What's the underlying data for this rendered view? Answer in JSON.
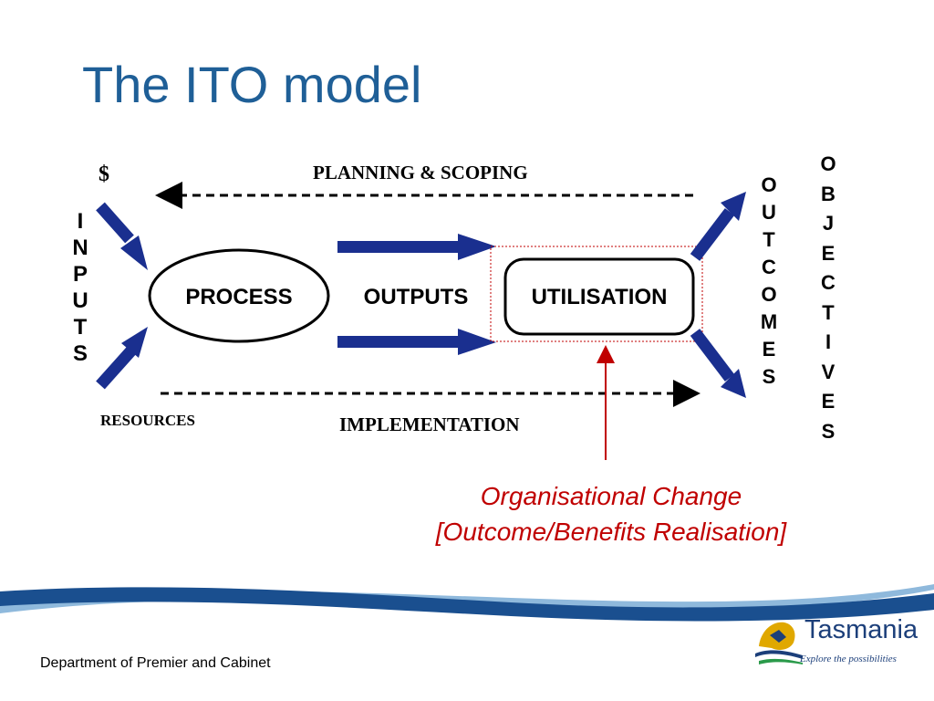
{
  "slide": {
    "title": "The ITO model",
    "footer": "Department of Premier and Cabinet"
  },
  "diagram": {
    "inputs_label": "INPUTS",
    "dollar_label": "$",
    "resources_label": "RESOURCES",
    "planning_label": "PLANNING & SCOPING",
    "implementation_label": "IMPLEMENTATION",
    "process_label": "PROCESS",
    "outputs_label": "OUTPUTS",
    "utilisation_label": "UTILISATION",
    "outcomes_label": "OUTCOMES",
    "objectives_label": "OBJECTIVES"
  },
  "annotation": {
    "line1": "Organisational Change",
    "line2": "[Outcome/Benefits Realisation]"
  },
  "logo": {
    "name": "Tasmania",
    "tagline": "Explore the possibilities"
  },
  "colors": {
    "title": "#1f5f97",
    "arrow_blue": "#1a2f8f",
    "annotation_red": "#c00000",
    "wave_dark": "#1a4f8f",
    "wave_light": "#8fb9dc"
  }
}
